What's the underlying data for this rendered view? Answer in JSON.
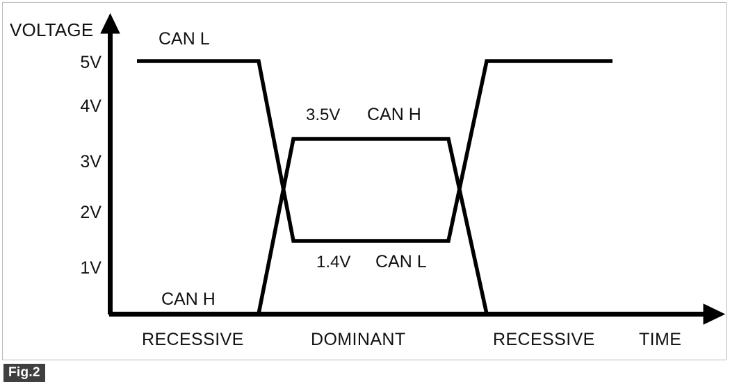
{
  "figure": {
    "badge": "Fig.2",
    "axis_y_title": "VOLTAGE",
    "axis_x_title": "TIME"
  },
  "colors": {
    "line": "#000000",
    "text": "#111111",
    "panel_border": "#b9b9b9",
    "badge_bg": "#3f3f3f",
    "badge_text": "#ffffff",
    "background": "#ffffff"
  },
  "y_ticks": [
    {
      "label": "5V"
    },
    {
      "label": "4V"
    },
    {
      "label": "3V"
    },
    {
      "label": "2V"
    },
    {
      "label": "1V"
    }
  ],
  "annotations": {
    "can_l_recessive": "CAN L",
    "can_h_recessive": "CAN H",
    "dominant_high_value": "3.5V",
    "dominant_high_name": "CAN H",
    "dominant_low_value": "1.4V",
    "dominant_low_name": "CAN L"
  },
  "states": [
    {
      "label": "RECESSIVE"
    },
    {
      "label": "DOMINANT"
    },
    {
      "label": "RECESSIVE"
    }
  ],
  "chart_data": {
    "type": "line",
    "title": "",
    "xlabel": "TIME",
    "ylabel": "VOLTAGE",
    "grid": false,
    "legend": "inline-annotations",
    "ylim": [
      0,
      5.5
    ],
    "ytick_values": [
      5,
      4,
      3,
      2,
      1
    ],
    "ytick_labels": [
      "5V",
      "4V",
      "3V",
      "2V",
      "1V"
    ],
    "x_regions": [
      {
        "label": "RECESSIVE",
        "state": "recessive"
      },
      {
        "label": "DOMINANT",
        "state": "dominant"
      },
      {
        "label": "RECESSIVE",
        "state": "recessive"
      }
    ],
    "series": [
      {
        "name": "CAN L",
        "points": [
          {
            "x": 0.0,
            "y": 5.0
          },
          {
            "x": 0.25,
            "y": 5.0
          },
          {
            "x": 0.32,
            "y": 1.4
          },
          {
            "x": 0.64,
            "y": 1.4
          },
          {
            "x": 0.72,
            "y": 5.0
          },
          {
            "x": 1.0,
            "y": 5.0
          }
        ],
        "recessive_level": 5.0,
        "dominant_level": 1.4
      },
      {
        "name": "CAN H",
        "points": [
          {
            "x": 0.0,
            "y": 0.0
          },
          {
            "x": 0.25,
            "y": 0.0
          },
          {
            "x": 0.32,
            "y": 3.5
          },
          {
            "x": 0.64,
            "y": 3.5
          },
          {
            "x": 0.72,
            "y": 0.0
          },
          {
            "x": 1.0,
            "y": 0.0
          }
        ],
        "recessive_level": 0.0,
        "dominant_level": 3.5
      }
    ],
    "value_annotations": [
      {
        "text": "3.5V",
        "series": "CAN H",
        "value": 3.5
      },
      {
        "text": "1.4V",
        "series": "CAN L",
        "value": 1.4
      }
    ]
  }
}
